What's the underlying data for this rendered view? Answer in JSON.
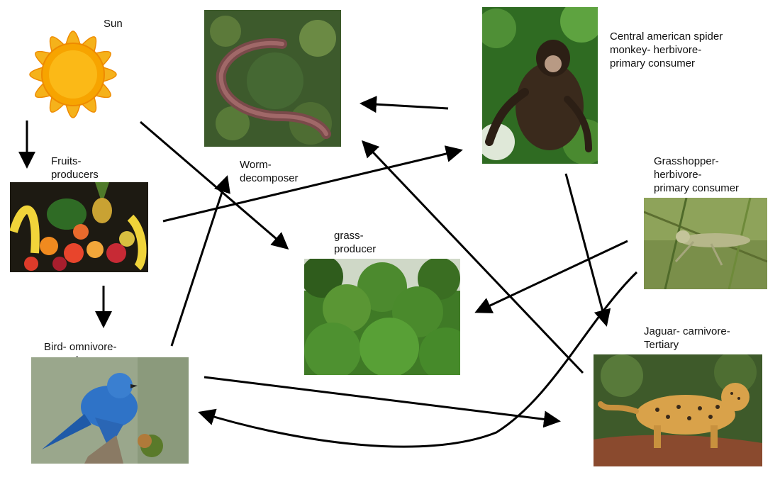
{
  "nodes": {
    "sun": {
      "label": "Sun",
      "icon": "sun-icon"
    },
    "worm": {
      "label": "Worm-\ndecomposer",
      "icon": "worm-photo"
    },
    "monkey": {
      "label": "Central american spider\nmonkey- herbivore-\nprimary consumer",
      "icon": "spider-monkey-photo"
    },
    "fruits": {
      "label": "Fruits-\nproducers",
      "icon": "fruits-photo"
    },
    "grasshopper": {
      "label": "Grasshopper-\nherbivore-\nprimary consumer",
      "icon": "grasshopper-photo"
    },
    "grass": {
      "label": "grass-\nproducer",
      "icon": "grass-photo"
    },
    "bird": {
      "label": "Bird- omnivore-\nsecondary\nconsumer",
      "icon": "bluebird-photo"
    },
    "jaguar": {
      "label": "Jaguar- carnivore-\nTertiary",
      "icon": "jaguar-photo"
    }
  },
  "edges": [
    {
      "from": "sun",
      "to": "fruits"
    },
    {
      "from": "sun",
      "to": "grass"
    },
    {
      "from": "fruits",
      "to": "monkey"
    },
    {
      "from": "fruits",
      "to": "bird"
    },
    {
      "from": "monkey",
      "to": "worm"
    },
    {
      "from": "monkey",
      "to": "jaguar"
    },
    {
      "from": "jaguar",
      "to": "worm"
    },
    {
      "from": "grasshopper",
      "to": "grass"
    },
    {
      "from": "grasshopper",
      "to": "bird"
    },
    {
      "from": "bird",
      "to": "worm"
    },
    {
      "from": "bird",
      "to": "jaguar"
    }
  ],
  "colors": {
    "arrow": "#000000",
    "sun_core": "#f7a400",
    "sun_rays": "#f5b21b"
  }
}
